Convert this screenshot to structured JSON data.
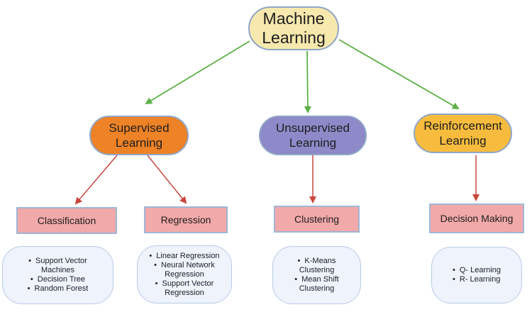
{
  "colors": {
    "root_fill": "#f7e8ad",
    "supervised_fill": "#ee8226",
    "unsupervised_fill": "#8e89c8",
    "reinforcement_fill": "#f7bc3e",
    "leaf_fill": "#f2a9a9",
    "detail_fill": "#eef3fc",
    "arrow_green": "#5cb146",
    "arrow_red": "#c9463d"
  },
  "root": {
    "line1": "Machine",
    "line2": "Learning"
  },
  "categories": [
    {
      "line1": "Supervised",
      "line2": "Learning"
    },
    {
      "line1": "Unsupervised",
      "line2": "Learning"
    },
    {
      "line1": "Reinforcement",
      "line2": "Learning"
    }
  ],
  "methods": [
    {
      "label": "Classification"
    },
    {
      "label": "Regression"
    },
    {
      "label": "Clustering"
    },
    {
      "label": "Decision Making"
    }
  ],
  "details": [
    {
      "lines": [
        "Support Vector",
        "Machines",
        "Decision Tree",
        "Random Forest"
      ]
    },
    {
      "lines": [
        "Linear Regression",
        "Neural Network",
        "Regression",
        "Support Vector",
        "Regression"
      ]
    },
    {
      "lines": [
        "K-Means",
        "Clustering",
        "Mean Shift",
        "Clustering"
      ]
    },
    {
      "lines": [
        "Q- Learning",
        "R- Learning"
      ]
    }
  ]
}
